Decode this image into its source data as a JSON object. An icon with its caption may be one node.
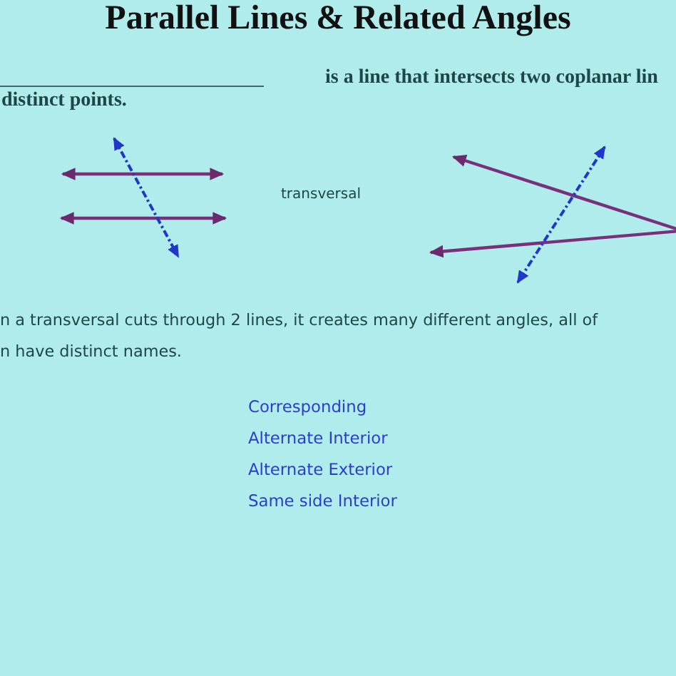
{
  "diagram": {
    "title": "Parallel Lines & Related Angles",
    "labels": [
      "is a line that intersects two coplanar lin",
      "distinct points.",
      "transversal",
      "n a transversal cuts through 2 lines, it creates many different angles, all of",
      "n have distinct names.",
      "Corresponding",
      "Alternate Interior",
      "Alternate Exterior",
      "Same side Interior"
    ]
  }
}
